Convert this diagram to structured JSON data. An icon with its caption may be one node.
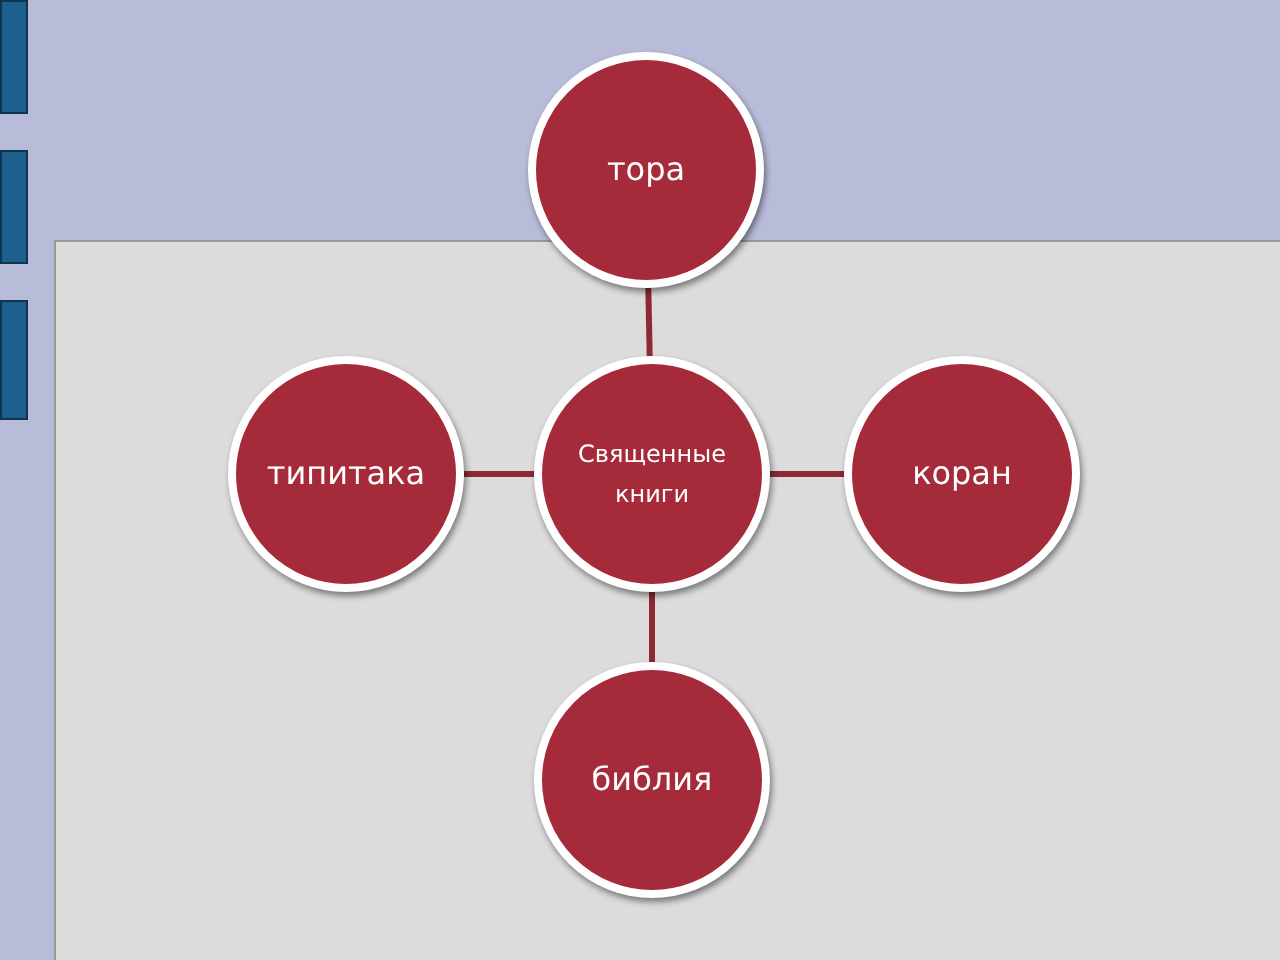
{
  "diagram": {
    "nodes": [
      {
        "text": [
          "тора"
        ]
      },
      {
        "text": [
          "типитака"
        ]
      },
      {
        "text": [
          "Священные книги"
        ]
      },
      {
        "text": [
          "коран"
        ]
      },
      {
        "text": [
          "библия"
        ]
      }
    ],
    "edges": [
      {
        "from": 2,
        "to": 0,
        "arrow": "none"
      },
      {
        "from": 2,
        "to": 1,
        "arrow": "none"
      },
      {
        "from": 2,
        "to": 3,
        "arrow": "none"
      },
      {
        "from": 2,
        "to": 4,
        "arrow": "none"
      }
    ]
  }
}
